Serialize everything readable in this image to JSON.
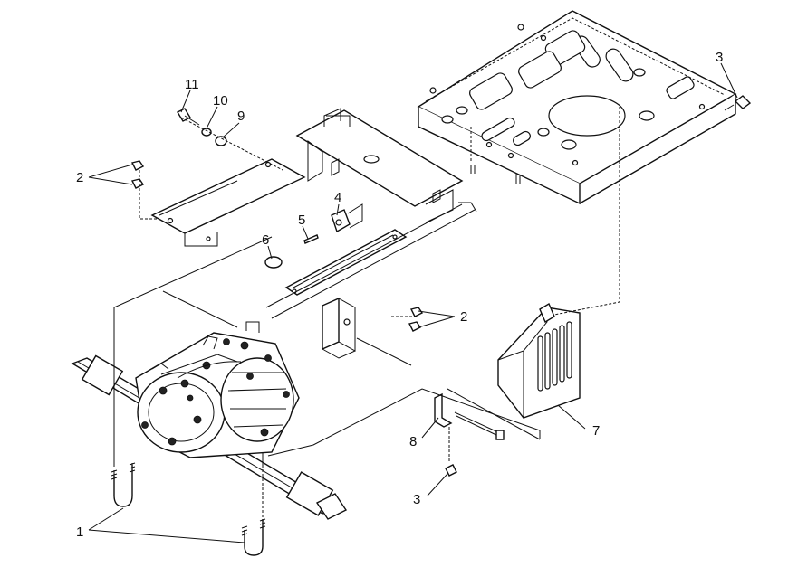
{
  "callouts": [
    {
      "id": "c1",
      "label": "1"
    },
    {
      "id": "c2a",
      "label": "2"
    },
    {
      "id": "c2b",
      "label": "2"
    },
    {
      "id": "c3a",
      "label": "3"
    },
    {
      "id": "c3b",
      "label": "3"
    },
    {
      "id": "c4",
      "label": "4"
    },
    {
      "id": "c5",
      "label": "5"
    },
    {
      "id": "c6",
      "label": "6"
    },
    {
      "id": "c7",
      "label": "7"
    },
    {
      "id": "c8",
      "label": "8"
    },
    {
      "id": "c9",
      "label": "9"
    },
    {
      "id": "c10",
      "label": "10"
    },
    {
      "id": "c11",
      "label": "11"
    }
  ],
  "colors": {
    "ink": "#111111",
    "background": "#ffffff"
  }
}
